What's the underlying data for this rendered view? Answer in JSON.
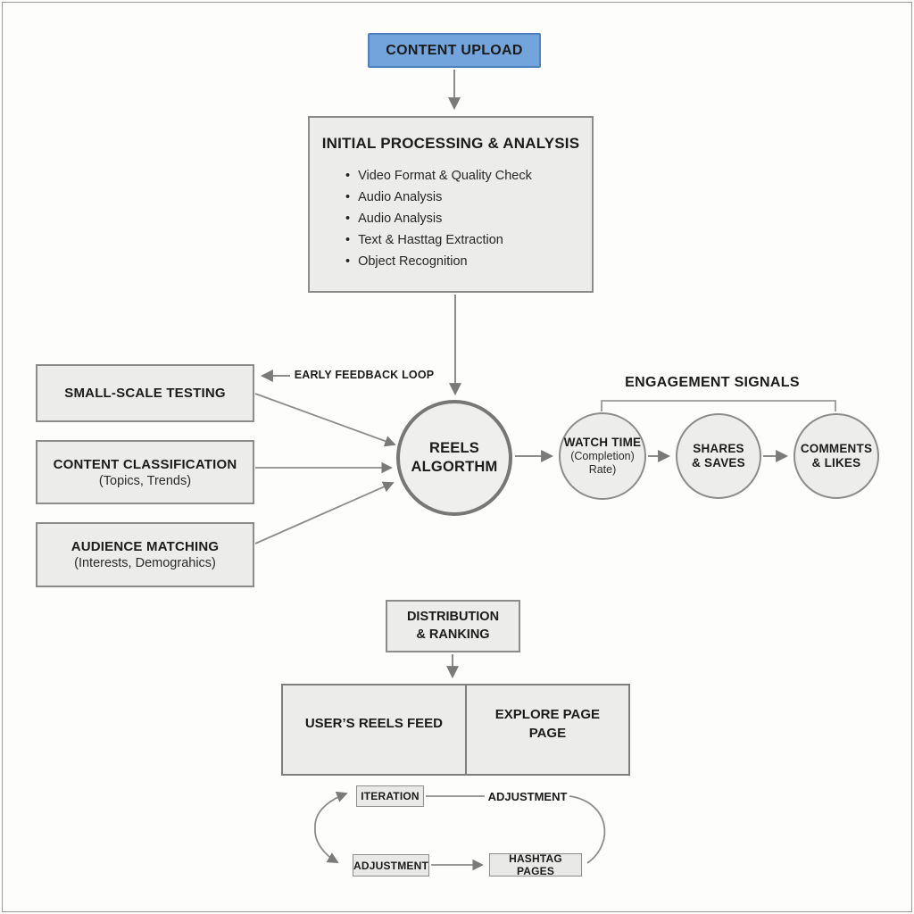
{
  "flow": {
    "content_upload": {
      "label": "CONTENT UPLOAD"
    },
    "initial_processing": {
      "title": "INITIAL PROCESSING & ANALYSIS",
      "bullets": [
        "Video Format & Quality Check",
        "Audio Analysis",
        "Audio Analysis",
        "Text & Hasttag Extraction",
        "Object Recognition"
      ]
    },
    "left_inputs": [
      {
        "title": "SMALL-SCALE TESTING",
        "subtitle": ""
      },
      {
        "title": "CONTENT CLASSIFICATION",
        "subtitle": "(Topics, Trends)"
      },
      {
        "title": "AUDIENCE MATCHING",
        "subtitle": "(Interests, Demograhics)"
      }
    ],
    "early_feedback_label": "EARLY FEEDBACK LOOP",
    "algorithm_node": {
      "line1": "REELS",
      "line2": "ALGORTHM"
    },
    "engagement": {
      "title": "ENGAGEMENT SIGNALS",
      "signals": [
        {
          "line1": "WATCH TIME",
          "line2": "(Completion)",
          "line3": "Rate)"
        },
        {
          "line1": "SHARES",
          "line2": "& SAVES",
          "line3": ""
        },
        {
          "line1": "COMMENTS",
          "line2": "& LIKES",
          "line3": ""
        }
      ]
    },
    "distribution": {
      "line1": "DISTRIBUTION",
      "line2": "& RANKING"
    },
    "destinations": [
      {
        "line1": "USER’S REELS FEED",
        "line2": ""
      },
      {
        "line1": "EXPLORE PAGE",
        "line2": "PAGE"
      }
    ],
    "cycle": {
      "iteration": "ITERATION",
      "adjustment_label": "ADJUSTMENT",
      "adjustment_box": "ADJUSTMENT",
      "hashtag_pages": "HASHTAG PAGES"
    }
  },
  "colors": {
    "accent_blue": "#73a5dc",
    "accent_blue_border": "#4f81bd",
    "box_fill": "#ececea",
    "box_border": "#8c8c8c",
    "connector": "#8c8c8c"
  }
}
